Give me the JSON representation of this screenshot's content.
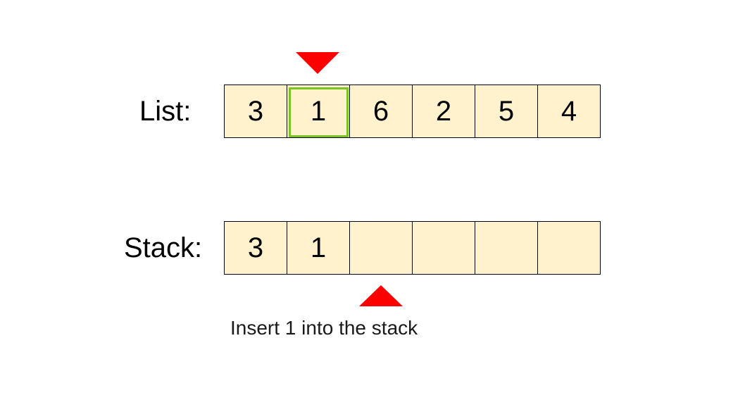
{
  "list": {
    "label": "List:",
    "values": [
      "3",
      "1",
      "6",
      "2",
      "5",
      "4"
    ],
    "highlight_index": 1
  },
  "stack": {
    "label": "Stack:",
    "values": [
      "3",
      "1",
      "",
      "",
      "",
      ""
    ]
  },
  "caption": "Insert 1 into the stack",
  "colors": {
    "cell_fill": "#fff2cc",
    "pointer": "#ff0000",
    "highlight": "#7ac520"
  }
}
